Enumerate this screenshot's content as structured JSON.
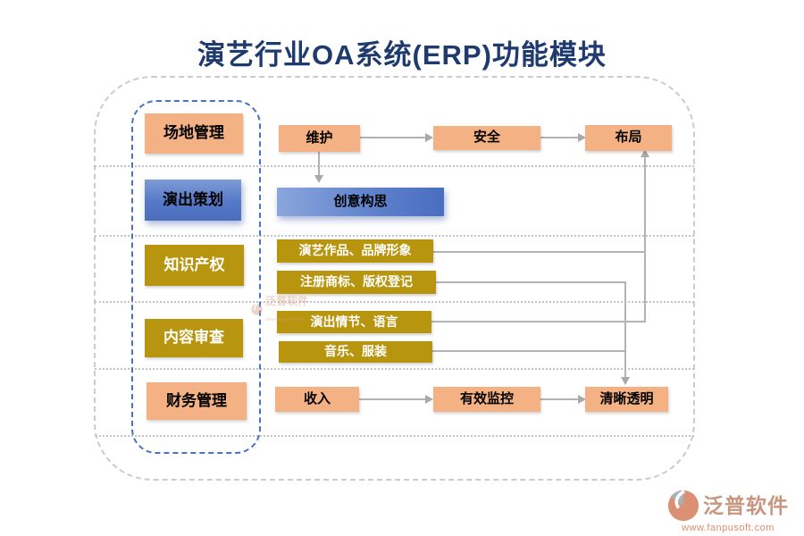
{
  "title": "演艺行业OA系统(ERP)功能模块",
  "left": {
    "venue": "场地管理",
    "planning": "演出策划",
    "ip": "知识产权",
    "review": "内容审查",
    "finance": "财务管理"
  },
  "flow": {
    "maintain": "维护",
    "safety": "安全",
    "layout": "布局",
    "creative": "创意构思",
    "works_brand": "演艺作品、品牌形象",
    "trademark_copyright": "注册商标、版权登记",
    "plot_language": "演出情节、语言",
    "music_costume": "音乐、服装",
    "income": "收入",
    "monitoring": "有效监控",
    "transparency": "清晰透明"
  },
  "branding": {
    "watermark_text": "泛普软件",
    "watermark_sub": "www.fanpusoft.com",
    "logo_text": "泛普软件",
    "logo_url": "www.fanpusoft.com"
  },
  "colors": {
    "accent_orange": "#f4b183",
    "accent_gold": "#b8950f",
    "accent_blue": "#5579c6",
    "title_navy": "#1e3a6e",
    "frame_blue": "#4a72c4",
    "connector_gray": "#b3b3b3",
    "logo_salmon": "#dd8c72"
  }
}
